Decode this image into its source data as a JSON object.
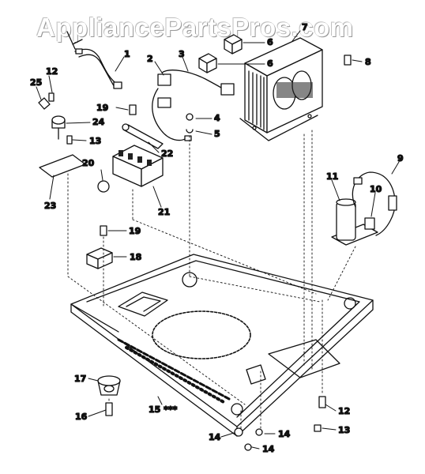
{
  "watermark": "AppliancePartsPros.com",
  "callouts": [
    {
      "id": "c1",
      "text": "1"
    },
    {
      "id": "c2",
      "text": "2"
    },
    {
      "id": "c3",
      "text": "3"
    },
    {
      "id": "c4",
      "text": "4"
    },
    {
      "id": "c5",
      "text": "5"
    },
    {
      "id": "c6a",
      "text": "6"
    },
    {
      "id": "c6b",
      "text": "6"
    },
    {
      "id": "c7",
      "text": "7"
    },
    {
      "id": "c8",
      "text": "8"
    },
    {
      "id": "c9",
      "text": "9"
    },
    {
      "id": "c10",
      "text": "10"
    },
    {
      "id": "c11",
      "text": "11"
    },
    {
      "id": "c12a",
      "text": "12"
    },
    {
      "id": "c12b",
      "text": "12"
    },
    {
      "id": "c13a",
      "text": "13"
    },
    {
      "id": "c13b",
      "text": "13"
    },
    {
      "id": "c14a",
      "text": "14"
    },
    {
      "id": "c14b",
      "text": "14"
    },
    {
      "id": "c14c",
      "text": "14"
    },
    {
      "id": "c15",
      "text": "15 ***"
    },
    {
      "id": "c16",
      "text": "16"
    },
    {
      "id": "c17",
      "text": "17"
    },
    {
      "id": "c18",
      "text": "18"
    },
    {
      "id": "c19a",
      "text": "19"
    },
    {
      "id": "c19b",
      "text": "19"
    },
    {
      "id": "c20",
      "text": "20"
    },
    {
      "id": "c21",
      "text": "21"
    },
    {
      "id": "c22",
      "text": "22"
    },
    {
      "id": "c23",
      "text": "23"
    },
    {
      "id": "c24",
      "text": "24"
    },
    {
      "id": "c25",
      "text": "25"
    }
  ]
}
